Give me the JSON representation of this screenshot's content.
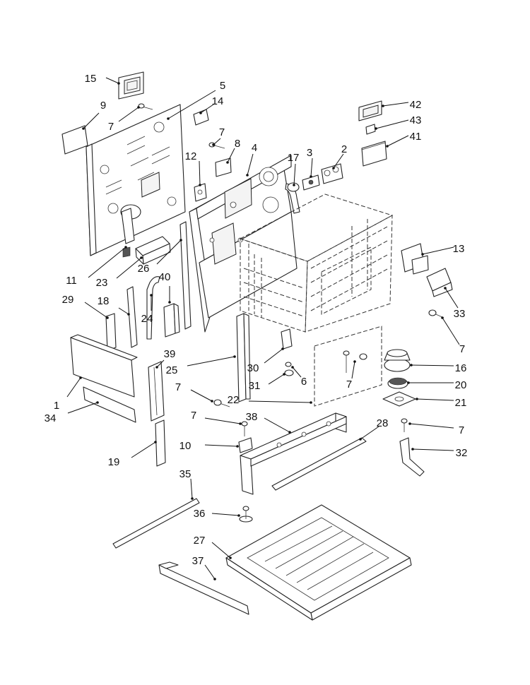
{
  "callouts": [
    {
      "label": "15"
    },
    {
      "label": "9"
    },
    {
      "label": "5"
    },
    {
      "label": "14"
    },
    {
      "label": "7"
    },
    {
      "label": "7"
    },
    {
      "label": "8"
    },
    {
      "label": "12"
    },
    {
      "label": "4"
    },
    {
      "label": "17"
    },
    {
      "label": "3"
    },
    {
      "label": "2"
    },
    {
      "label": "42"
    },
    {
      "label": "43"
    },
    {
      "label": "41"
    },
    {
      "label": "13"
    },
    {
      "label": "33"
    },
    {
      "label": "7"
    },
    {
      "label": "11"
    },
    {
      "label": "23"
    },
    {
      "label": "26"
    },
    {
      "label": "40"
    },
    {
      "label": "24"
    },
    {
      "label": "29"
    },
    {
      "label": "18"
    },
    {
      "label": "16"
    },
    {
      "label": "20"
    },
    {
      "label": "21"
    },
    {
      "label": "7"
    },
    {
      "label": "32"
    },
    {
      "label": "39"
    },
    {
      "label": "25"
    },
    {
      "label": "30"
    },
    {
      "label": "31"
    },
    {
      "label": "6"
    },
    {
      "label": "7"
    },
    {
      "label": "7"
    },
    {
      "label": "22"
    },
    {
      "label": "1"
    },
    {
      "label": "34"
    },
    {
      "label": "7"
    },
    {
      "label": "38"
    },
    {
      "label": "28"
    },
    {
      "label": "10"
    },
    {
      "label": "19"
    },
    {
      "label": "35"
    },
    {
      "label": "36"
    },
    {
      "label": "27"
    },
    {
      "label": "37"
    }
  ]
}
